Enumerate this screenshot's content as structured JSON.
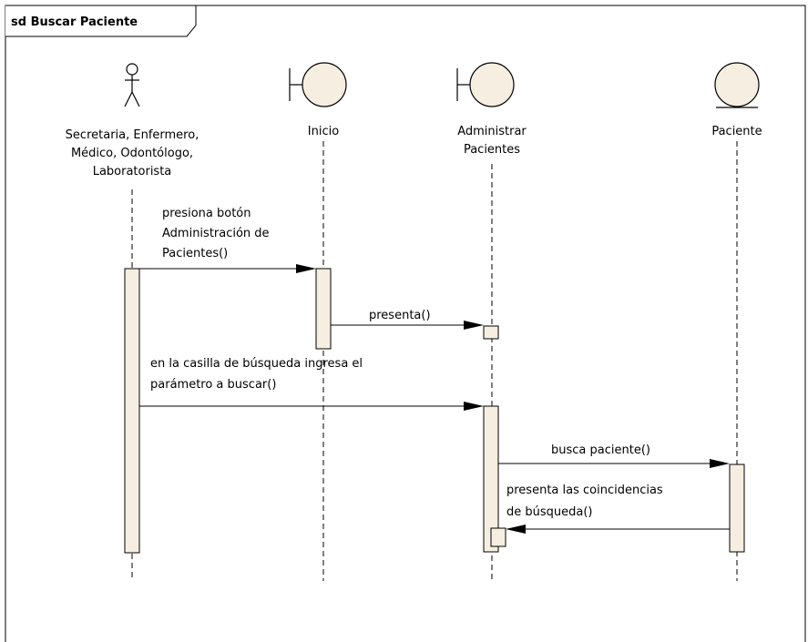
{
  "frame": {
    "title": "sd Buscar Paciente"
  },
  "colors": {
    "fill": "#f6eee0",
    "stroke": "#000000",
    "background": "#ffffff"
  },
  "lifelines": [
    {
      "id": "actor",
      "kind": "actor",
      "label_lines": [
        "Secretaria, Enfermero,",
        "Médico, Odontólogo,",
        "Laboratorista"
      ]
    },
    {
      "id": "inicio",
      "kind": "boundary",
      "label_lines": [
        "Inicio"
      ]
    },
    {
      "id": "admin",
      "kind": "boundary",
      "label_lines": [
        "Administrar",
        "Pacientes"
      ]
    },
    {
      "id": "paciente",
      "kind": "entity",
      "label_lines": [
        "Paciente"
      ]
    }
  ],
  "messages": [
    {
      "from": "actor",
      "to": "inicio",
      "label_lines": [
        "presiona botón",
        "Administración de",
        "Pacientes()"
      ]
    },
    {
      "from": "inicio",
      "to": "admin",
      "label_lines": [
        "presenta()"
      ]
    },
    {
      "from": "actor",
      "to": "admin",
      "label_lines": [
        "en la casilla de búsqueda ingresa el",
        "parámetro a buscar()"
      ]
    },
    {
      "from": "admin",
      "to": "paciente",
      "label_lines": [
        "busca paciente()"
      ]
    },
    {
      "from": "paciente",
      "to": "admin",
      "label_lines": [
        "presenta las coincidencias",
        "de búsqueda()"
      ]
    }
  ]
}
